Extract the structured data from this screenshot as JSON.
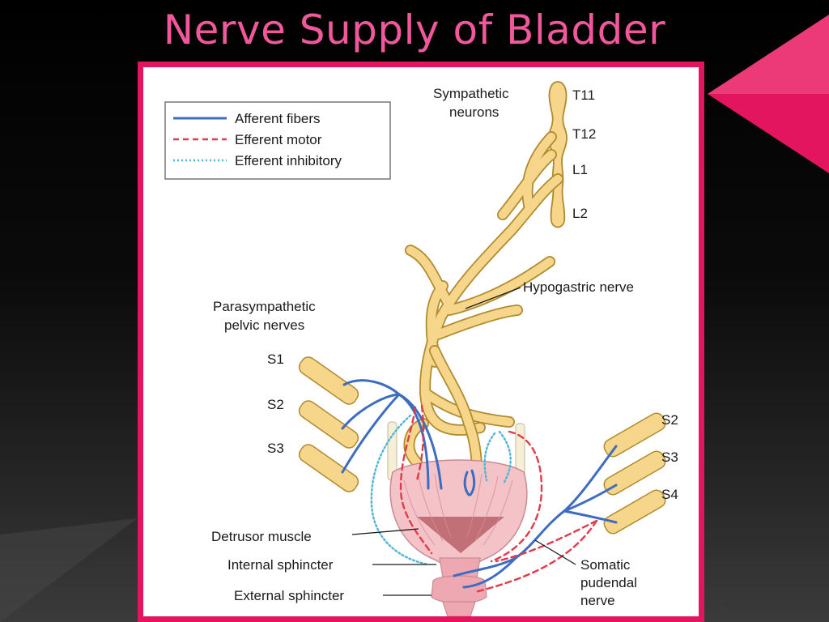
{
  "slide": {
    "title": "Nerve Supply of Bladder"
  },
  "colors": {
    "title": "#f0589b",
    "accent": "#e4155f",
    "nerve_fill": "#f6d68a",
    "nerve_stroke": "#b08a2e",
    "afferent": "#3d6cc0",
    "efferent_motor": "#e23a4a",
    "efferent_inhibitory": "#4fb6d8",
    "bladder": "#f3c3c8"
  },
  "legend": {
    "items": [
      {
        "label": "Afferent fibers",
        "style": "solid"
      },
      {
        "label": "Efferent motor",
        "style": "dashed"
      },
      {
        "label": "Efferent inhibitory",
        "style": "dotted"
      }
    ]
  },
  "labels": {
    "sympathetic_line1": "Sympathetic",
    "sympathetic_line2": "neurons",
    "t11": "T11",
    "t12": "T12",
    "l1": "L1",
    "l2": "L2",
    "hypogastric": "Hypogastric nerve",
    "parasympathetic_line1": "Parasympathetic",
    "parasympathetic_line2": "pelvic nerves",
    "left_s1": "S1",
    "left_s2": "S2",
    "left_s3": "S3",
    "right_s2": "S2",
    "right_s3": "S3",
    "right_s4": "S4",
    "detrusor": "Detrusor muscle",
    "internal_sphincter": "Internal sphincter",
    "external_sphincter": "External sphincter",
    "somatic_line1": "Somatic",
    "somatic_line2": "pudendal",
    "somatic_line3": "nerve"
  }
}
